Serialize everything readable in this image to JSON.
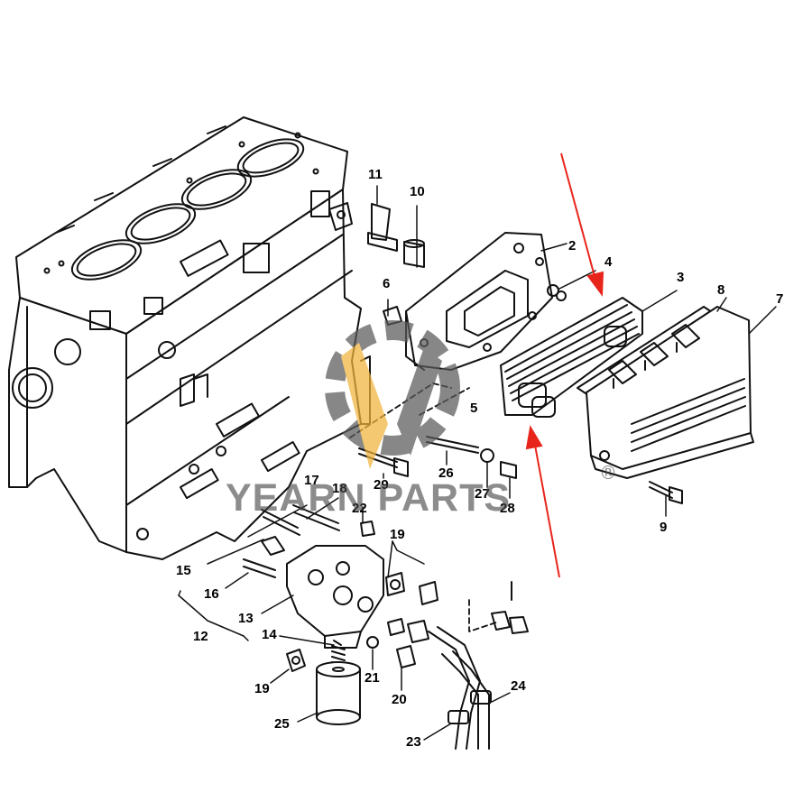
{
  "diagram": {
    "callouts": [
      "2",
      "3",
      "4",
      "5",
      "6",
      "7",
      "8",
      "9",
      "10",
      "11",
      "12",
      "13",
      "14",
      "15",
      "16",
      "17",
      "18",
      "19",
      "19",
      "20",
      "21",
      "22",
      "23",
      "24",
      "25",
      "26",
      "27",
      "28",
      "29"
    ]
  },
  "watermark": {
    "brand": "YEARN PARTS",
    "registered": "®",
    "accent_gold": "#f0b43a",
    "accent_gray": "#5a5a5a"
  },
  "highlight": {
    "arrow_color": "#e8251b"
  }
}
